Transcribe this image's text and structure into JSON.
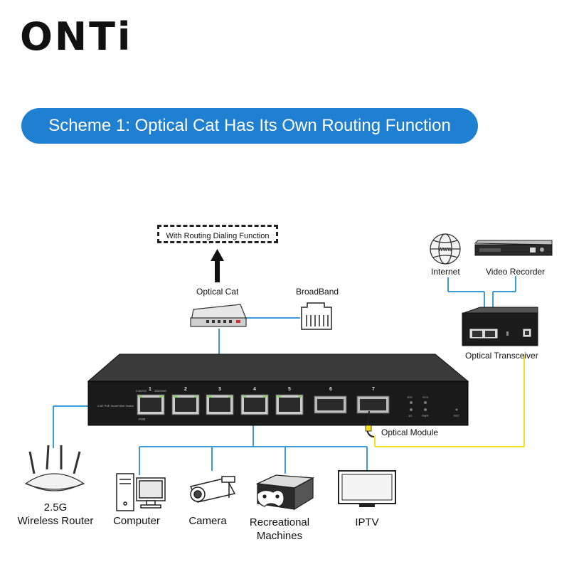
{
  "brand": {
    "logo": "ONTi"
  },
  "banner": {
    "title": "Scheme 1: Optical Cat Has Its Own Routing Function"
  },
  "top": {
    "routing_box": "With Routing Dialing Function"
  },
  "labels": {
    "optical_cat": "Optical Cat",
    "broadband": "BroadBand",
    "internet": "Internet",
    "video_recorder": "Video Recorder",
    "optical_transceiver": "Optical Transceiver",
    "optical_module": "Optical Module"
  },
  "switch": {
    "ports": [
      "1",
      "2",
      "3",
      "4",
      "5",
      "6",
      "7"
    ],
    "model_text": "2.5G PoE Smart Web Switch",
    "port1_left": "2.5G/1G",
    "port1_right": "100/1000",
    "poe": "POE",
    "led_10g": "10G",
    "led_sys": "SYS",
    "led_1g": "1G",
    "led_pwr": "PWR",
    "rst": "RST"
  },
  "devices": {
    "router_line1": "2.5G",
    "router_line2": "Wireless Router",
    "computer": "Computer",
    "camera": "Camera",
    "recreational_line1": "Recreational",
    "recreational_line2": "Machines",
    "iptv": "IPTV"
  },
  "icons": {
    "globe_text": "WWW",
    "colors": {
      "blue_line": "#3a9bd8",
      "yellow_line": "#f2e01a",
      "banner": "#1f7fd1",
      "switch_body": "#1a1a1a"
    }
  }
}
